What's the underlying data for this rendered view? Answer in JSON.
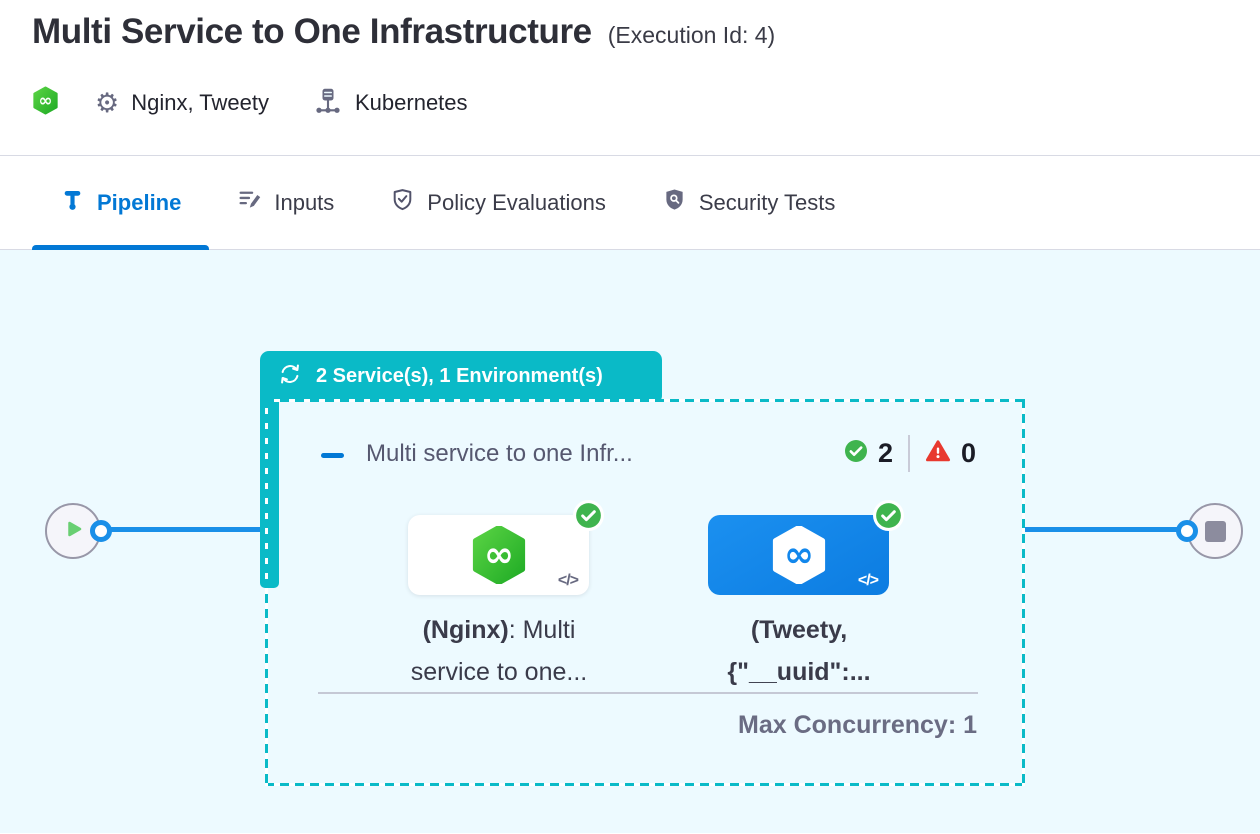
{
  "header": {
    "title": "Multi Service to One Infrastructure",
    "execution_id": "(Execution Id: 4)",
    "services": "Nginx, Tweety",
    "infrastructure": "Kubernetes"
  },
  "tabs": {
    "pipeline": "Pipeline",
    "inputs": "Inputs",
    "policy": "Policy Evaluations",
    "security": "Security Tests"
  },
  "canvas": {
    "badge_label": "2 Service(s), 1 Environment(s)",
    "stage": {
      "title": "Multi service to one Infr...",
      "success_count": "2",
      "error_count": "0",
      "max_concurrency": "Max Concurrency: 1",
      "service1": {
        "bold": "(Nginx)",
        "rest": ": Multi",
        "line2": "service to one..."
      },
      "service2": {
        "bold": "(Tweety,",
        "line2": "{\"__uuid\":..."
      }
    }
  },
  "icons": {
    "infinity": "∞",
    "gear": "⚙",
    "code": "</>"
  },
  "colors": {
    "accent_teal": "#0ABAC7",
    "accent_blue": "#0278D5",
    "line_blue": "#1A8FE8",
    "success_green": "#3FB44E",
    "error_red": "#E8392F",
    "card_blue": "#1186EC",
    "canvas_bg": "#EDFAFF"
  }
}
